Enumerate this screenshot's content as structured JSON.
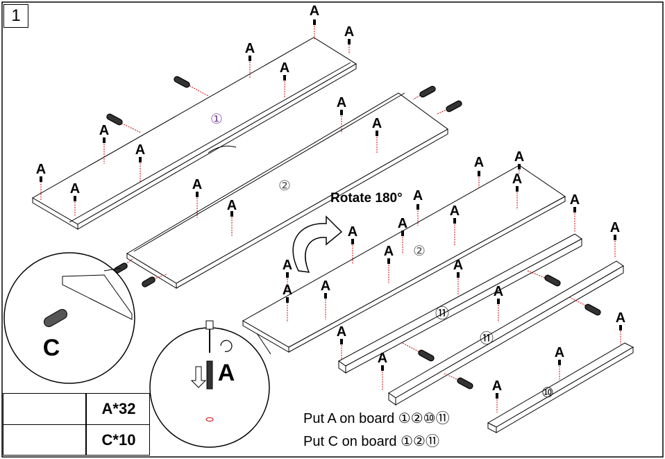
{
  "step": {
    "number": "1"
  },
  "labels": {
    "screw": "A",
    "dowel": "C",
    "rotate": "Rotate 180°",
    "board_1": "①",
    "board_2": "②",
    "board_10": "⑩",
    "board_11": "⑪"
  },
  "legend": {
    "rows": [
      {
        "icon": "cam-screw-icon",
        "qty": "A*32"
      },
      {
        "icon": "wooden-dowel-icon",
        "qty": "C*10"
      }
    ]
  },
  "notes": {
    "put_a": "Put A on board ①②⑩⑪",
    "put_c": "Put C on board ①②⑪"
  },
  "colors": {
    "line": "#000000",
    "guide": "#cc0000",
    "board_label": "#7a4f9a"
  }
}
